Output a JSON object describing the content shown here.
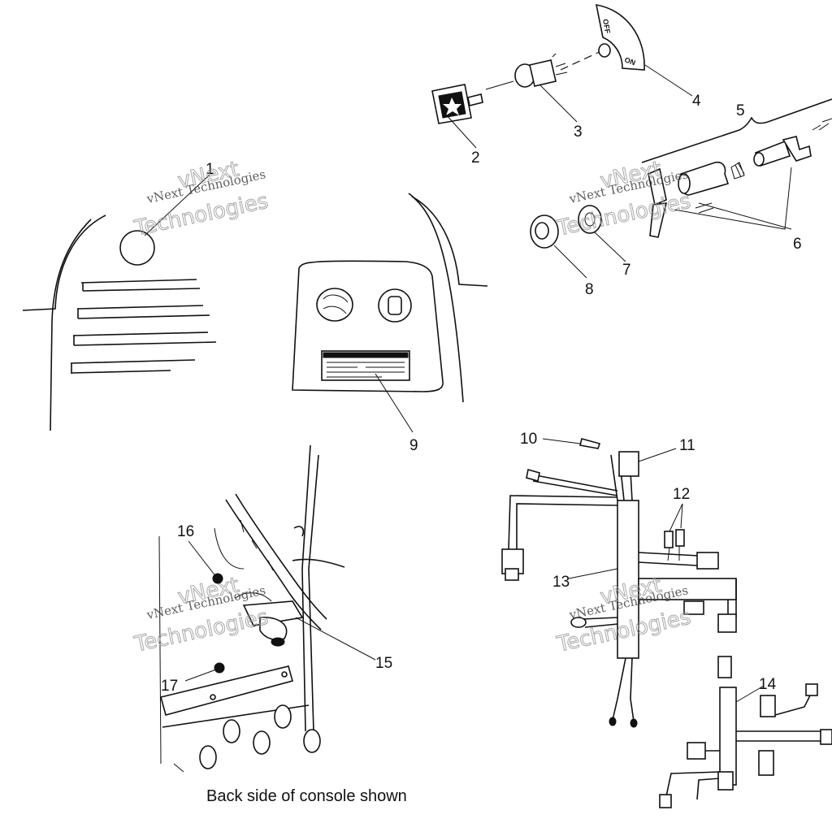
{
  "callouts": {
    "c1": "1",
    "c2": "2",
    "c3": "3",
    "c4": "4",
    "c5": "5",
    "c6": "6",
    "c7": "7",
    "c8": "8",
    "c9": "9",
    "c10": "10",
    "c11": "11",
    "c12": "12",
    "c13": "13",
    "c14": "14",
    "c15": "15",
    "c16": "16",
    "c17": "17"
  },
  "decal": {
    "off": "OFF",
    "on": "ON"
  },
  "caption": "Back side of console shown",
  "watermark": {
    "line1": "vNext Technologies",
    "line2": "vNext",
    "line3": "Technologies"
  }
}
